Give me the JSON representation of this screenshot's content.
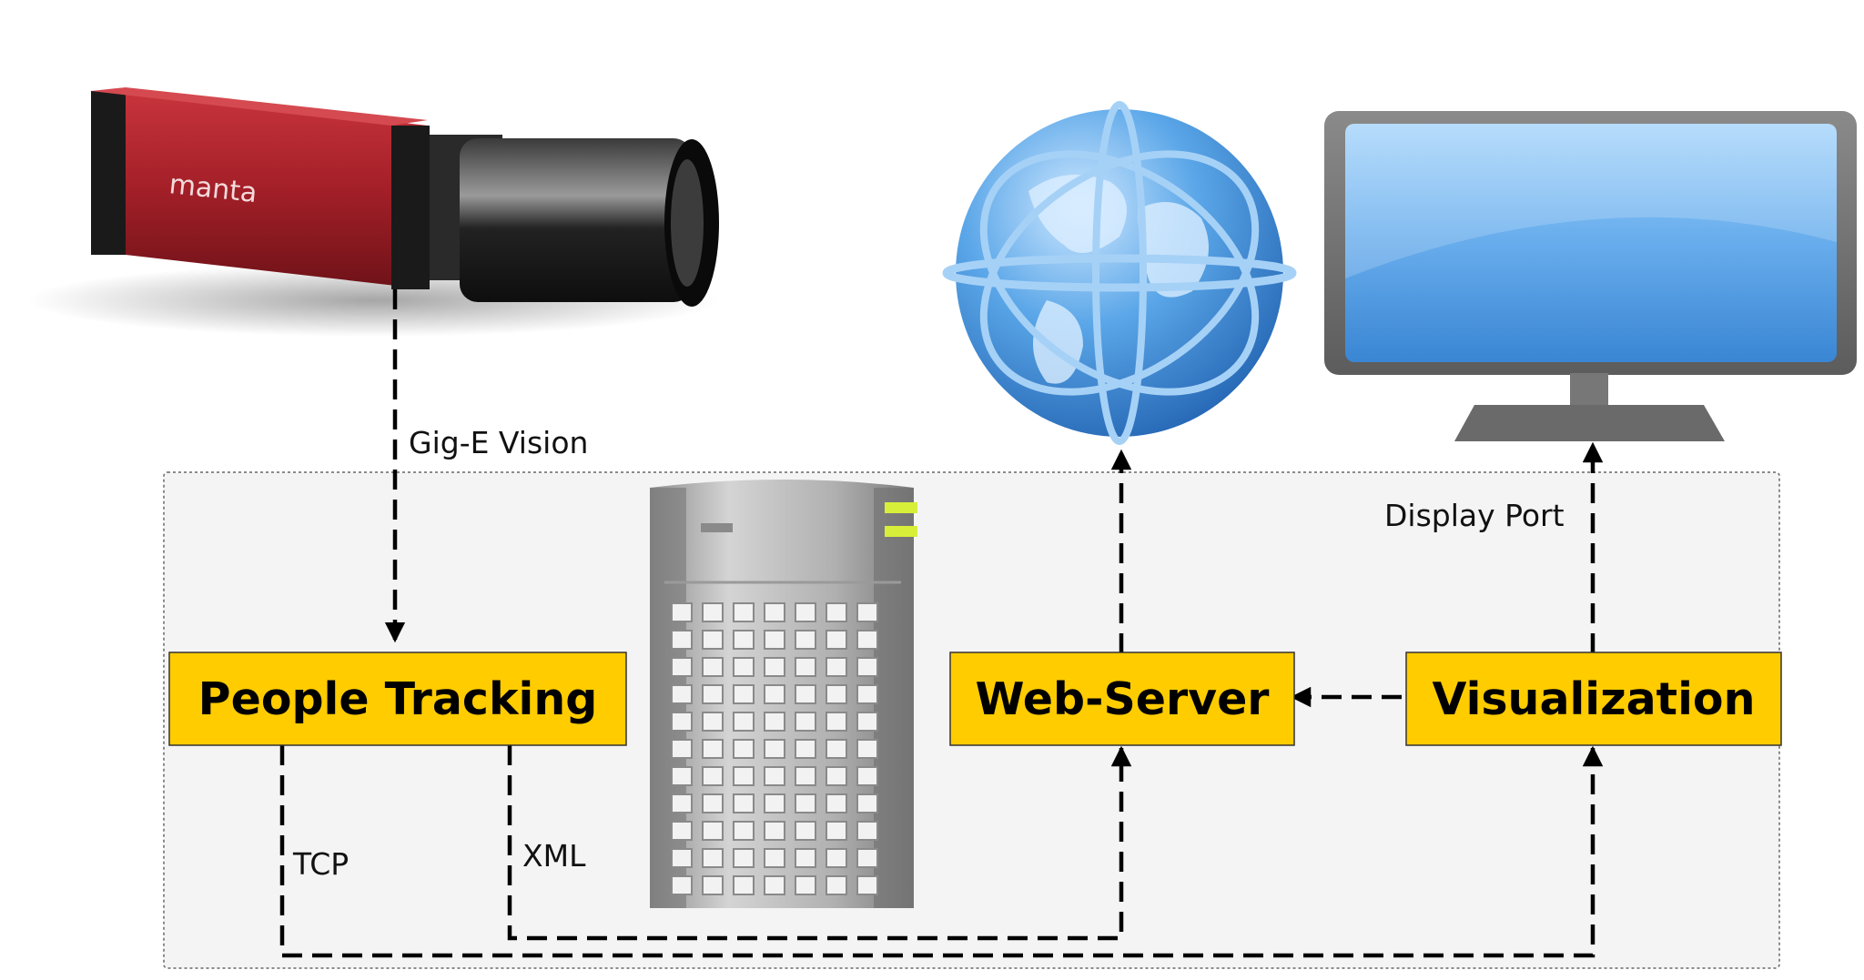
{
  "diagram": {
    "camera": {
      "brand_text": "manta"
    },
    "links": {
      "gige": "Gig-E Vision",
      "display_port": "Display Port",
      "tcp": "TCP",
      "xml": "XML"
    },
    "boxes": {
      "people_tracking": "People Tracking",
      "web_server": "Web-Server",
      "visualization": "Visualization"
    },
    "colors": {
      "box_fill": "#ffcc00",
      "panel_fill": "#f4f4f4",
      "camera_body": "#a8202a",
      "globe": "#4d95d8",
      "screen": "#4a90d9"
    }
  }
}
